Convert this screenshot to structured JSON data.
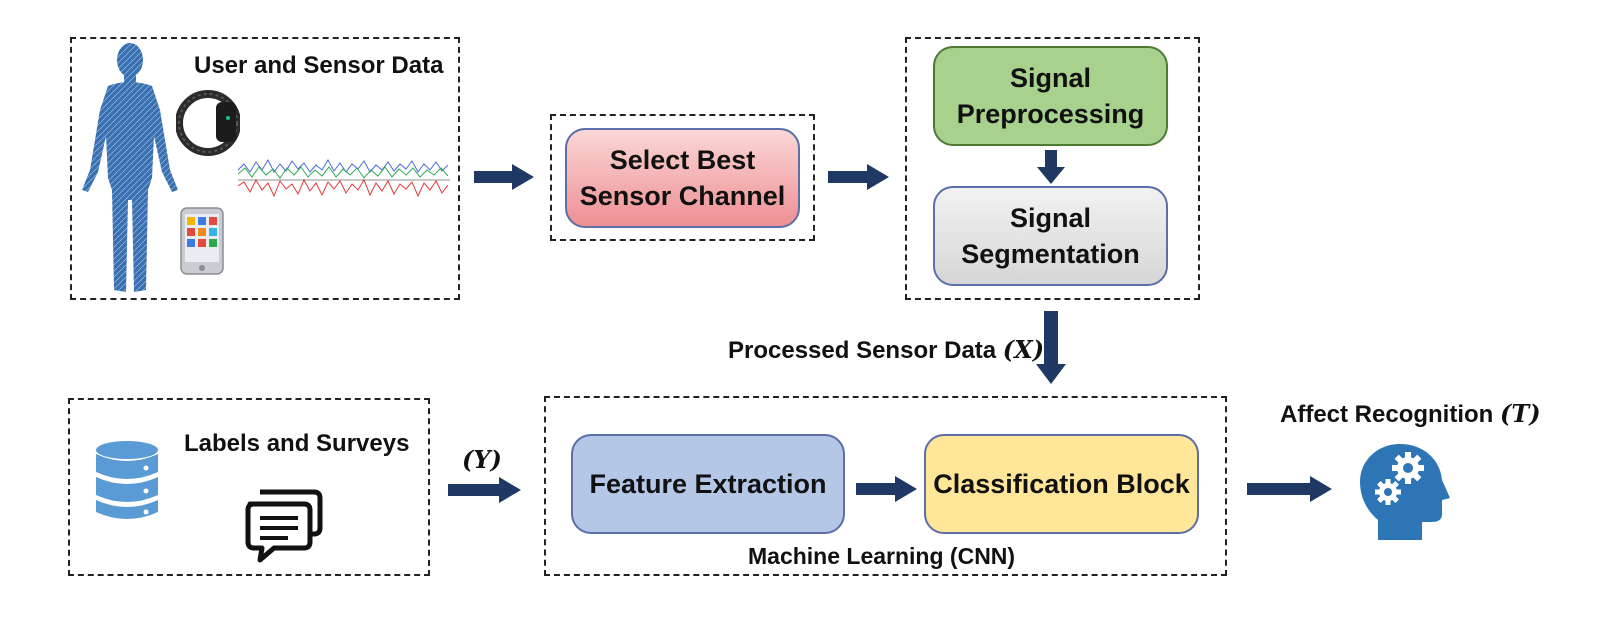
{
  "sensing": {
    "title": "User and Sensor Data",
    "icons": [
      "human-body-icon",
      "wristband-icon",
      "smartphone-icon",
      "signal-waveform-icon"
    ]
  },
  "select": {
    "line1": "Select Best",
    "line2": "Sensor Channel"
  },
  "preprocess": {
    "pre_line1": "Signal",
    "pre_line2": "Preprocessing",
    "seg_line1": "Signal",
    "seg_line2": "Segmentation"
  },
  "processed": {
    "label": "Processed Sensor Data",
    "symbol": "(X)"
  },
  "labels": {
    "title": "Labels and Surveys",
    "icons": [
      "database-icon",
      "chat-bubbles-icon"
    ]
  },
  "y_symbol": "(Y)",
  "ml": {
    "feature": "Feature Extraction",
    "classify": "Classification Block",
    "caption": "Machine Learning (CNN)"
  },
  "output": {
    "label": "Affect Recognition",
    "symbol": "(T)",
    "icon": "head-gears-icon"
  },
  "colors": {
    "arrow": "#1f3864",
    "select_fill": "#f4b6b8",
    "select_border": "#5b6fa8",
    "pre_fill": "#a9d18e",
    "pre_border": "#4e7a32",
    "seg_fill": "#e4e4e4",
    "seg_border": "#5b6fa8",
    "feature_fill": "#b4c7e7",
    "feature_border": "#5b6fa8",
    "class_fill": "#ffe699",
    "class_border": "#5b6fa8",
    "icon_blue": "#2e75b6"
  }
}
